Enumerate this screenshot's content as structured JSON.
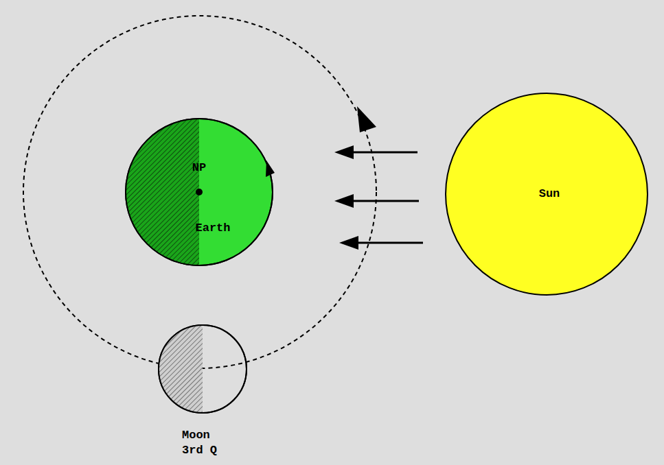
{
  "diagram": {
    "nodes": [
      {
        "text": [
          "NP",
          "Earth"
        ]
      },
      {
        "text": [
          "Sun"
        ]
      },
      {
        "text": [
          "Moon 3rd Q"
        ]
      }
    ]
  }
}
